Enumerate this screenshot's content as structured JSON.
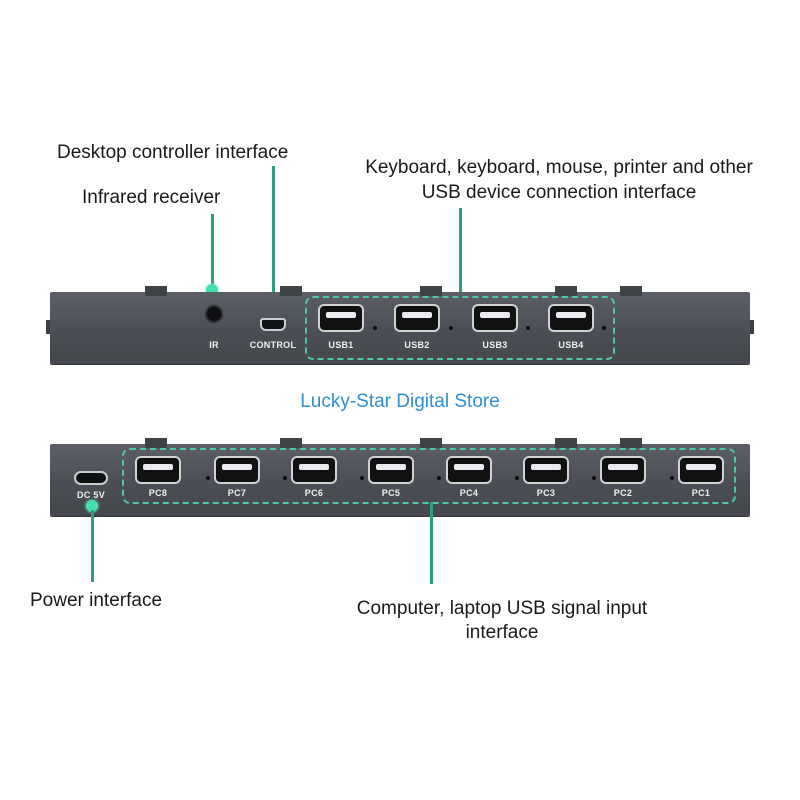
{
  "labels": {
    "desktop_controller": "Desktop controller interface",
    "infrared_receiver": "Infrared receiver",
    "usb_device_line1": "Keyboard, keyboard, mouse, printer and other",
    "usb_device_line2": "USB device connection interface",
    "store": "Lucky-Star Digital Store",
    "power_interface": "Power interface",
    "computer_line1": "Computer, laptop USB signal input",
    "computer_line2": "interface"
  },
  "top_panel": {
    "ir_label": "IR",
    "control_label": "CONTROL",
    "usb_ports": [
      "USB1",
      "USB2",
      "USB3",
      "USB4"
    ]
  },
  "bottom_panel": {
    "power_label": "DC 5V",
    "pc_ports": [
      "PC8",
      "PC7",
      "PC6",
      "PC5",
      "PC4",
      "PC3",
      "PC2",
      "PC1"
    ]
  },
  "colors": {
    "accent_green": "#2d9c82",
    "store_blue": "#2f8fd1",
    "panel_gray": "#4b4f55"
  }
}
